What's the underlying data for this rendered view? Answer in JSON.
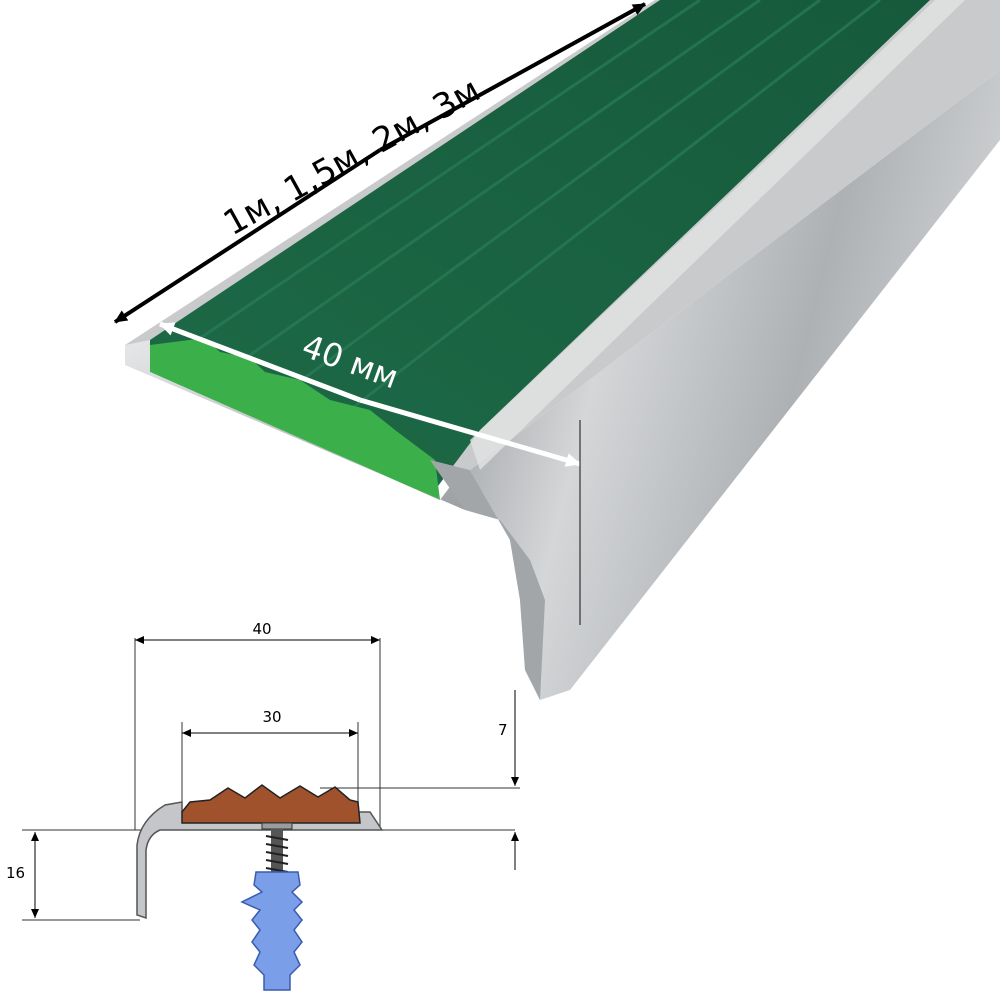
{
  "photo": {
    "length_label": "1м, 1,5м, 2м, 3м",
    "width_label": "40 мм"
  },
  "drawing": {
    "width_total": "40",
    "width_insert": "30",
    "height_step": "16",
    "height_insert": "7"
  },
  "colors": {
    "insert_green": "#1e6b48",
    "insert_brown": "#a0522d",
    "aluminium": "#b9bcbf",
    "dowel_blue": "#7a9ee8"
  }
}
